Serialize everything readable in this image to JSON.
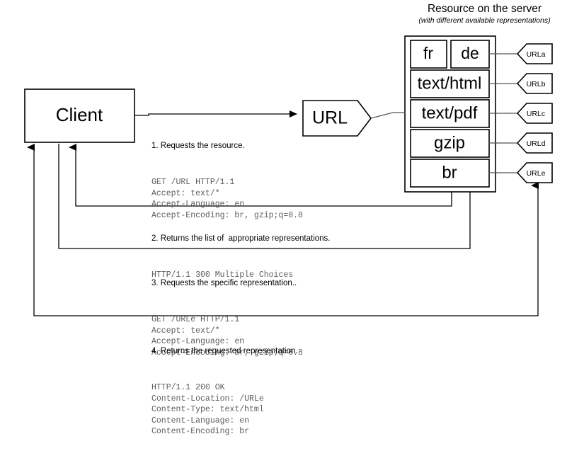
{
  "server_panel": {
    "title": "Resource on the server",
    "subtitle": "(with different available representations)",
    "representations": [
      {
        "label": "fr",
        "url_tag": "URLa"
      },
      {
        "label": "de",
        "url_tag": "URLa"
      },
      {
        "label": "text/html",
        "url_tag": "URLb"
      },
      {
        "label": "text/pdf",
        "url_tag": "URLc"
      },
      {
        "label": "gzip",
        "url_tag": "URLd"
      },
      {
        "label": "br",
        "url_tag": "URLe"
      }
    ],
    "url_tags": [
      "URLa",
      "URLb",
      "URLc",
      "URLd",
      "URLe"
    ]
  },
  "client": {
    "label": "Client"
  },
  "url_node": {
    "label": "URL"
  },
  "steps": [
    {
      "heading": "1. Requests the resource.",
      "code": "GET /URL HTTP/1.1\nAccept: text/*\nAccept-Language: en\nAccept-Encoding: br, gzip;q=0.8"
    },
    {
      "heading": "2. Returns the list of  appropriate representations.",
      "code": "HTTP/1.1 300 Multiple Choices"
    },
    {
      "heading": "3. Requests the specific representation..",
      "code": "GET /URLe HTTP/1.1\nAccept: text/*\nAccept-Language: en\nAccept-Encoding: br, gzip;q=0.8"
    },
    {
      "heading": "4. Returns the requested representation.",
      "code": "HTTP/1.1 200 OK\nContent-Location: /URLe\nContent-Type: text/html\nContent-Language: en\nContent-Encoding: br"
    }
  ],
  "colors": {
    "stroke": "#000000",
    "background": "#ffffff",
    "code_text": "#5f5f5f",
    "thin_connector": "#555555"
  }
}
